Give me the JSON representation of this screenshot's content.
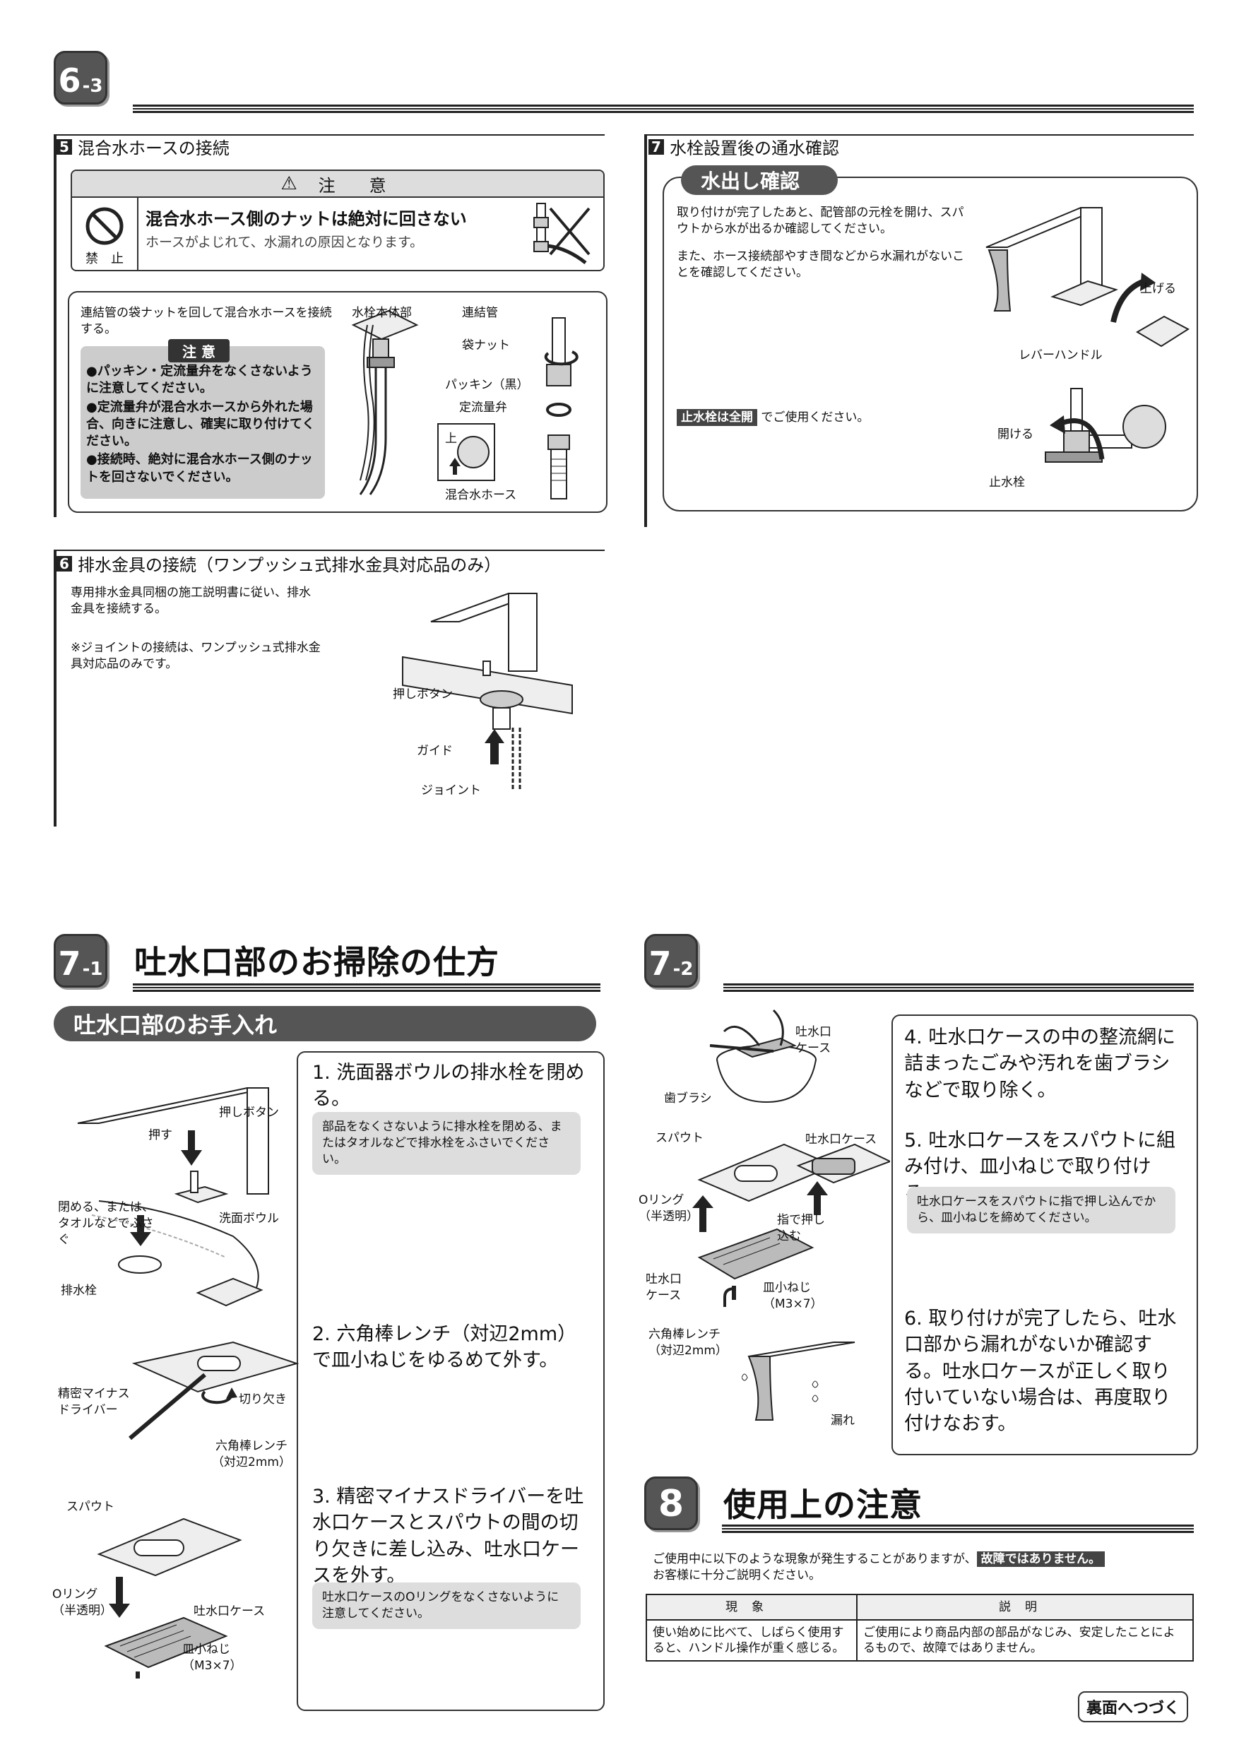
{
  "sec63": {
    "badge_main": "6",
    "badge_sub": "-3",
    "s5_num": "5",
    "s5_title": "混合水ホースの接続",
    "caution_title": "注　意",
    "caution_heading": "混合水ホース側のナットは絶対に回さない",
    "caution_text": "ホースがよじれて、水漏れの原因となります。",
    "prohibit_label": "禁　止",
    "connect_text": "連結管の袋ナットを回して混合水ホースを接続する。",
    "note_title": "注 意",
    "note_items": [
      "●パッキン・定流量弁をなくさないように注意してください。",
      "●定流量弁が混合水ホースから外れた場合、向きに注意し、確実に取り付けてください。",
      "●接続時、絶対に混合水ホース側のナットを回さないでください。"
    ],
    "labels": {
      "body": "水栓本体部",
      "pipe": "連結管",
      "nut": "袋ナット",
      "packing": "パッキン（黒）",
      "valve": "定流量弁",
      "up": "上",
      "hose": "混合水ホース"
    },
    "s6_num": "6",
    "s6_title": "排水金具の接続（ワンプッシュ式排水金具対応品のみ）",
    "s6_text": "専用排水金具同梱の施工説明書に従い、排水金具を接続する。",
    "s6_note": "※ジョイントの接続は、ワンプッシュ式排水金具対応品のみです。",
    "s6_labels": {
      "push": "押しボタン",
      "guide": "ガイド",
      "joint": "ジョイント"
    },
    "s7_num": "7",
    "s7_title": "水栓設置後の通水確認",
    "water_pill": "水出し確認",
    "water_text1": "取り付けが完了したあと、配管部の元栓を開け、スパウトから水が出るか確認してください。",
    "water_text2": "また、ホース接続部やすき間などから水漏れがないことを確認してください。",
    "stopcock_badge": "止水栓は全開",
    "stopcock_text": "でご使用ください。",
    "water_labels": {
      "raise": "上げる",
      "lever": "レバーハンドル",
      "open": "開ける",
      "stopcock": "止水栓"
    }
  },
  "sec71": {
    "badge_main": "7",
    "badge_sub": "-1",
    "title": "吐水口部のお掃除の仕方",
    "pill": "吐水口部のお手入れ",
    "step1": "1. 洗面器ボウルの排水栓を閉める。",
    "step1_note": "部品をなくさないように排水栓を閉める、またはタオルなどで排水栓をふさいでください。",
    "step2": "2. 六角棒レンチ（対辺2mm）で皿小ねじをゆるめて外す。",
    "step3": "3. 精密マイナスドライバーを吐水口ケースとスパウトの間の切り欠きに差し込み、吐水口ケースを外す。",
    "step3_note": "吐水口ケースのOリングをなくさないように注意してください。",
    "labels": {
      "push_button": "押しボタン",
      "push": "押す",
      "close": "閉める、または、タオルなどでふさぐ",
      "bowl": "洗面ボウル",
      "drain": "排水栓",
      "driver": "精密マイナスドライバー",
      "notch": "切り欠き",
      "wrench": "六角棒レンチ（対辺2mm）",
      "spout": "スパウト",
      "oring": "Oリング（半透明）",
      "case": "吐水口ケース",
      "screw": "皿小ねじ（M3×7）"
    }
  },
  "sec72": {
    "badge_main": "7",
    "badge_sub": "-2",
    "step4": "4. 吐水口ケースの中の整流網に詰まったごみや汚れを歯ブラシなどで取り除く。",
    "step5": "5. 吐水口ケースをスパウトに組み付け、皿小ねじで取り付ける。",
    "step5_note": "吐水口ケースをスパウトに指で押し込んでから、皿小ねじを締めてください。",
    "step6": "6. 取り付けが完了したら、吐水口部から漏れがないか確認する。吐水口ケースが正しく取り付いていない場合は、再度取り付けなおす。",
    "labels": {
      "case_top": "吐水口ケース",
      "brush": "歯ブラシ",
      "spout": "スパウト",
      "case_right": "吐水口ケース",
      "oring": "Oリング（半透明）",
      "finger": "指で押し込む",
      "case_left": "吐水口ケース",
      "screw": "皿小ねじ（M3×7）",
      "wrench": "六角棒レンチ（対辺2mm）",
      "leak": "漏れ"
    }
  },
  "sec8": {
    "badge": "8",
    "title": "使用上の注意",
    "intro1": "ご使用中に以下のような現象が発生することがありますが、",
    "intro_badge": "故障ではありません。",
    "intro2": "お客様に十分ご説明ください。",
    "th1": "現象",
    "th2": "説明",
    "row_phen": "使い始めに比べて、しばらく使用すると、ハンドル操作が重く感じる。",
    "row_desc": "ご使用により商品内部の部品がなじみ、安定したことによるもので、故障ではありません。"
  },
  "footer": "裏面へつづく"
}
